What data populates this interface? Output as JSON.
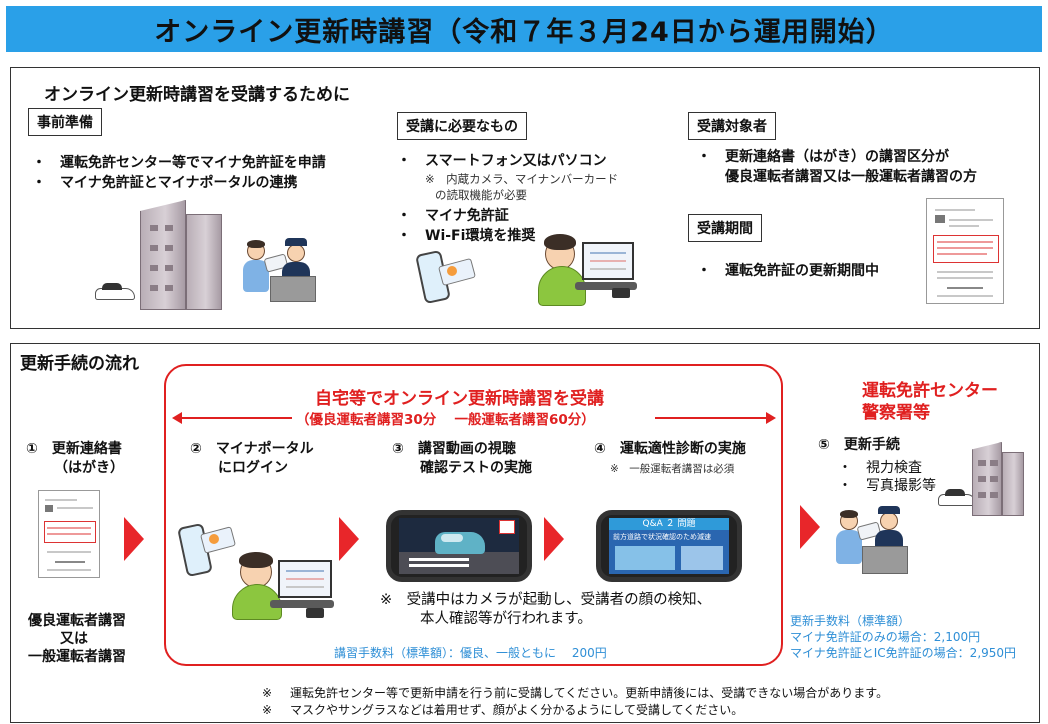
{
  "title": "オンライン更新時講習（令和７年３月24日から運用開始）",
  "top_section": {
    "heading": "オンライン更新時講習を受講するために",
    "preparation": {
      "label": "事前準備",
      "items": [
        "運転免許センター等でマイナ免許証を申請",
        "マイナ免許証とマイナポータルの連携"
      ]
    },
    "requirements": {
      "label": "受講に必要なもの",
      "item1": "スマートフォン又はパソコン",
      "note1": "※　内蔵カメラ、マイナンバーカード",
      "note2": "の読取機能が必要",
      "item2": "マイナ免許証",
      "item3": "Wi-Fi環境を推奨"
    },
    "target": {
      "label": "受講対象者",
      "line1": "更新連絡書（はがき）の講習区分が",
      "line2": "優良運転者講習又は一般運転者講習の方"
    },
    "period": {
      "label": "受講期間",
      "item": "運転免許証の更新期間中"
    },
    "bullet": "・"
  },
  "flow_section": {
    "heading": "更新手続の流れ",
    "online_title": "自宅等でオンライン更新時講習を受講",
    "online_sub": "（優良運転者講習30分　 一般運転者講習60分）",
    "center_title1": "運転免許センター",
    "center_title2": "警察署等",
    "steps": {
      "s1_num": "①",
      "s1_l1": "更新連絡書",
      "s1_l2": "（はがき）",
      "s2_num": "②",
      "s2_l1": "マイナポータル",
      "s2_l2": "にログイン",
      "s3_num": "③",
      "s3_l1": "講習動画の視聴",
      "s3_l2": "確認テストの実施",
      "s4_num": "④",
      "s4_l1": "運転適性診断の実施",
      "s4_note": "※　一般運転者講習は必須",
      "s5_num": "⑤",
      "s5_l1": "更新手続",
      "s5_i1": "視力検査",
      "s5_i2": "写真撮影等",
      "s5_bullet": "・"
    },
    "course1": "優良運転者講習",
    "course_or": "又は",
    "course2": "一般運転者講習",
    "camera_note1": "※　受講中はカメラが起動し、受講者の顔の検知、",
    "camera_note2": "本人確認等が行われます。",
    "fee_online": "講習手数料（標準額）：優良、一般ともに　 200円",
    "fee_renew_title": "更新手数料（標準額）",
    "fee_renew_1": "マイナ免許証のみの場合：2,100円",
    "fee_renew_2": "マイナ免許証とIC免許証の場合：2,950円",
    "qa_text": "Q&A ２ 問題",
    "qa_sub": "前方道路で状況確認のため減速"
  },
  "footer": {
    "mark": "※",
    "note1": "運転免許センター等で更新申請を行う前に受講してください。更新申請後には、受講できない場合があります。",
    "note2": "マスクやサングラスなどは着用せず、顔がよく分かるようにして受講してください。"
  },
  "colors": {
    "title_bg": "#2aa0e8",
    "accent_red": "#e02020",
    "fee_blue": "#2f8fd6"
  }
}
